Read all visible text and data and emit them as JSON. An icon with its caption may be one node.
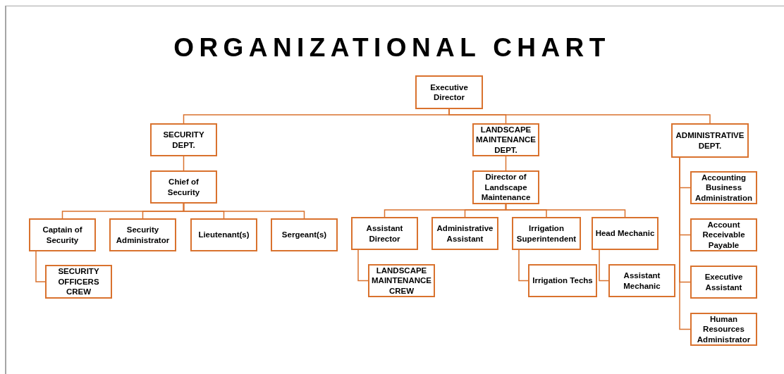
{
  "diagram": {
    "title": "ORGANIZATIONAL CHART",
    "nodes": [
      {
        "text": [
          "Executive Director"
        ]
      },
      {
        "text": [
          "SECURITY DEPT."
        ]
      },
      {
        "text": [
          "LANDSCAPE MAINTENANCE DEPT."
        ]
      },
      {
        "text": [
          "ADMINISTRATIVE DEPT."
        ]
      },
      {
        "text": [
          "Chief of Security"
        ]
      },
      {
        "text": [
          "Director of Landscape Maintenance"
        ]
      },
      {
        "text": [
          "Captain of Security"
        ]
      },
      {
        "text": [
          "Security Administrator"
        ]
      },
      {
        "text": [
          "Lieutenant(s)"
        ]
      },
      {
        "text": [
          "Sergeant(s)"
        ]
      },
      {
        "text": [
          "SECURITY OFFICERS CREW"
        ]
      },
      {
        "text": [
          "Assistant Director"
        ]
      },
      {
        "text": [
          "Administrative Assistant"
        ]
      },
      {
        "text": [
          "Irrigation Superintendent"
        ]
      },
      {
        "text": [
          "Head Mechanic"
        ]
      },
      {
        "text": [
          "LANDSCAPE MAINTENANCE CREW"
        ]
      },
      {
        "text": [
          "Irrigation Techs"
        ]
      },
      {
        "text": [
          "Assistant Mechanic"
        ]
      },
      {
        "text": [
          "Accounting Business Administration"
        ]
      },
      {
        "text": [
          "Account Receivable Payable"
        ]
      },
      {
        "text": [
          "Executive Assistant"
        ]
      },
      {
        "text": [
          "Human Resources Administrator"
        ]
      }
    ],
    "edges": [
      {
        "from": 0,
        "to": 1,
        "arrow": "none"
      },
      {
        "from": 0,
        "to": 2,
        "arrow": "none"
      },
      {
        "from": 0,
        "to": 3,
        "arrow": "none"
      },
      {
        "from": 1,
        "to": 4,
        "arrow": "none"
      },
      {
        "from": 2,
        "to": 5,
        "arrow": "none"
      },
      {
        "from": 4,
        "to": 6,
        "arrow": "none"
      },
      {
        "from": 4,
        "to": 7,
        "arrow": "none"
      },
      {
        "from": 4,
        "to": 8,
        "arrow": "none"
      },
      {
        "from": 4,
        "to": 9,
        "arrow": "none"
      },
      {
        "from": 6,
        "to": 10,
        "arrow": "none"
      },
      {
        "from": 5,
        "to": 11,
        "arrow": "none"
      },
      {
        "from": 5,
        "to": 12,
        "arrow": "none"
      },
      {
        "from": 5,
        "to": 13,
        "arrow": "none"
      },
      {
        "from": 5,
        "to": 14,
        "arrow": "none"
      },
      {
        "from": 11,
        "to": 15,
        "arrow": "none"
      },
      {
        "from": 13,
        "to": 16,
        "arrow": "none"
      },
      {
        "from": 14,
        "to": 17,
        "arrow": "none"
      },
      {
        "from": 3,
        "to": 18,
        "arrow": "none"
      },
      {
        "from": 3,
        "to": 19,
        "arrow": "none"
      },
      {
        "from": 3,
        "to": 20,
        "arrow": "none"
      },
      {
        "from": 3,
        "to": 21,
        "arrow": "none"
      }
    ]
  }
}
